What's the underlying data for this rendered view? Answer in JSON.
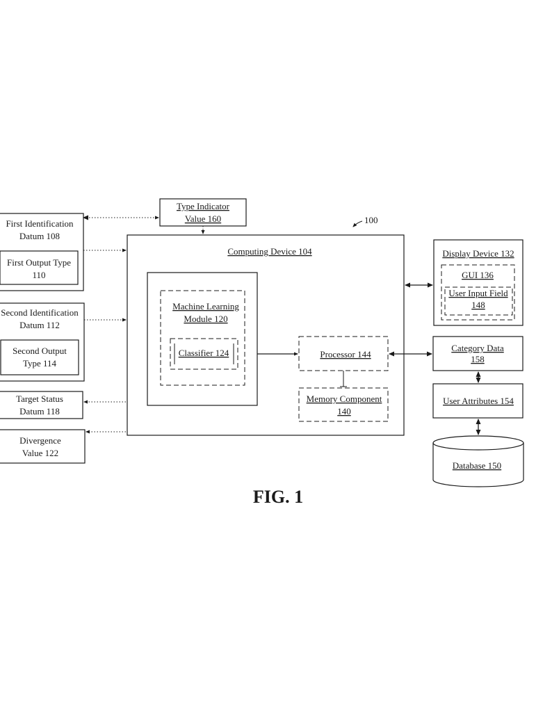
{
  "figure": {
    "title": "FIG. 1",
    "reference": "100"
  },
  "nodes": {
    "first_identification": [
      "First Identification",
      "Datum 108"
    ],
    "first_output_type": [
      "First Output Type",
      "110"
    ],
    "second_identification": [
      "Second Identification",
      "Datum 112"
    ],
    "second_output_type": [
      "Second Output",
      "Type 114"
    ],
    "target_status": [
      "Target Status",
      "Datum 118"
    ],
    "divergence": [
      "Divergence",
      "Value 122"
    ],
    "type_indicator": [
      "Type Indicator",
      "Value 160"
    ],
    "computing_device": "Computing Device 104",
    "ml_module": [
      "Machine Learning",
      "Module 120"
    ],
    "classifier": "Classifier 124",
    "processor": "Processor 144",
    "memory": [
      "Memory Component",
      "140"
    ],
    "display_device": "Display Device 132",
    "gui": "GUI 136",
    "user_input_field": [
      "User Input Field",
      "148"
    ],
    "category_data": [
      "Category Data",
      "158"
    ],
    "user_attributes": "User Attributes 154",
    "database": "Database 150"
  }
}
